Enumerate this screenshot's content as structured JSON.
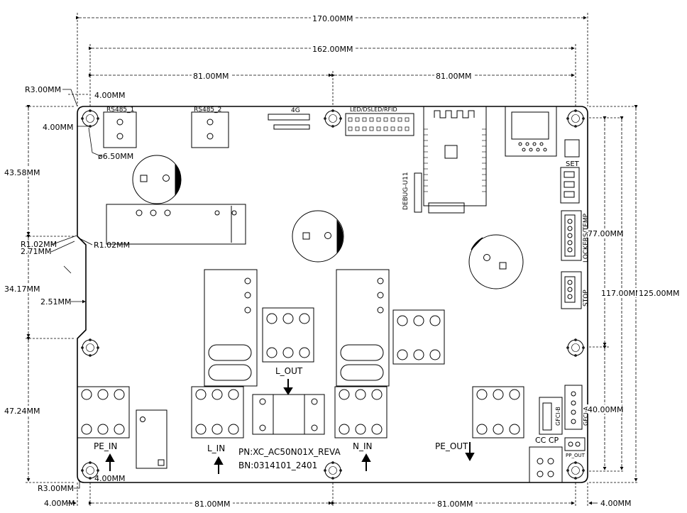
{
  "dimensions": {
    "top_overall": "170.00MM",
    "top_holes": "162.00MM",
    "top_left_half": "81.00MM",
    "top_right_half": "81.00MM",
    "corner_radius_top": "R3.00MM",
    "hole_offset_x_top": "4.00MM",
    "hole_offset_y_top": "4.00MM",
    "hole_dia": "ø6.50MM",
    "left_upper": "43.58MM",
    "notch_r1": "R1.02MM",
    "notch_r2": "R1.02MM",
    "notch_depth": "2.71MM",
    "left_middle": "34.17MM",
    "notch_step": "2.51MM",
    "left_lower": "47.24MM",
    "corner_radius_bottom": "R3.00MM",
    "hole_offset_x_bottom": "4.00MM",
    "bottom_left_offset": "4.00MM",
    "bottom_left_half": "81.00MM",
    "bottom_right_half": "81.00MM",
    "bottom_right_offset": "4.00MM",
    "right_upper": "77.00MM",
    "right_holes": "117.00MM",
    "right_overall": "125.00MM",
    "right_lower": "40.00MM"
  },
  "labels": {
    "rs485_1": "RS485_1",
    "rs485_2": "RS485_2",
    "lte": "4G",
    "led_header": "LED/DSLED/RFID",
    "debug": "DEBUG-U11",
    "set": "SET",
    "lockers_temp": "LOCKERS/TEMP",
    "stop": "STOP",
    "l_out": "L_OUT",
    "pe_in": "PE_IN",
    "l_in": "L_IN",
    "n_in": "N_IN",
    "pe_out": "PE_OUT",
    "pn": "PN:XC_AC50N01X_REVA",
    "bn": "BN:0314101_2401",
    "cc_cp": "CC CP",
    "pp_out": "PP_OUT",
    "gfci_b": "GFCI-B",
    "gfci_a": "GFCI-A"
  }
}
